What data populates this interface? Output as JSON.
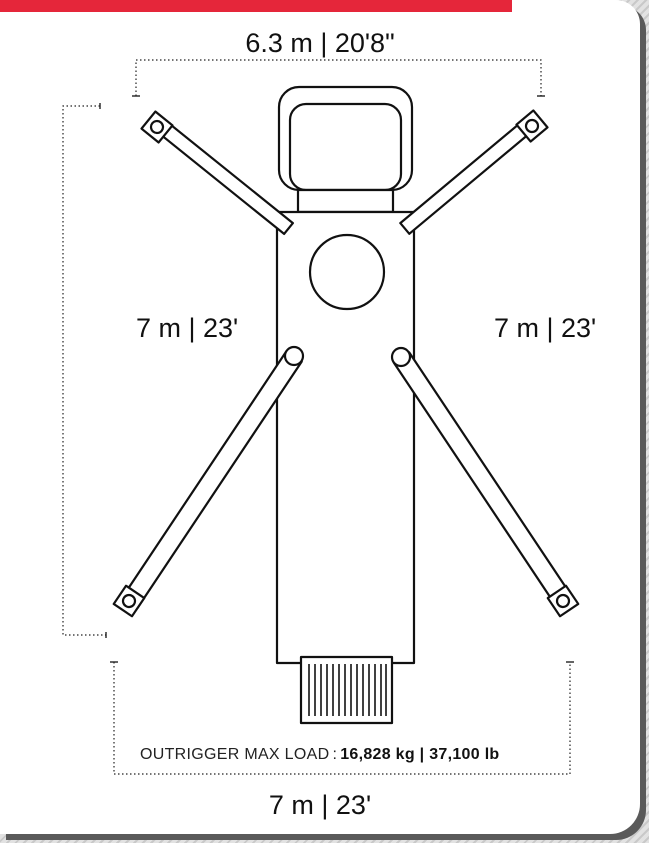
{
  "dimensions": {
    "top": "6.3 m | 20'8\"",
    "left": "7 m | 23'",
    "right": "7 m | 23'",
    "bottom": "7 m | 23'"
  },
  "load": {
    "label": "OUTRIGGER MAX LOAD",
    "separator": ":",
    "value": "16,828 kg | 37,100 lb"
  },
  "colors": {
    "accent": "#e5263a",
    "ink": "#111111",
    "card": "#ffffff"
  }
}
